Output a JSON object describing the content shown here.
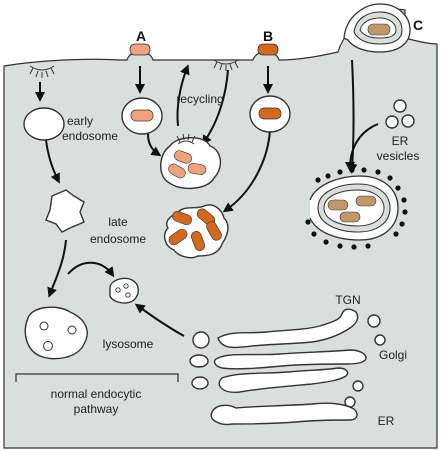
{
  "colors": {
    "cytoplasm": "#d8dfdc",
    "membrane": "#333333",
    "cargo_light": "#f0a27c",
    "cargo_dark": "#d2691e",
    "cargo_tan": "#c09868"
  },
  "labels": {
    "A": "A",
    "B": "B",
    "C": "C",
    "recycling": "recycling",
    "early_endosome_line1": "early",
    "early_endosome_line2": "endosome",
    "late_endosome_line1": "late",
    "late_endosome_line2": "endosome",
    "lysosome": "lysosome",
    "er_vesicles_line1": "ER",
    "er_vesicles_line2": "vesicles",
    "tgn": "TGN",
    "golgi": "Golgi",
    "er": "ER",
    "pathway_line1": "normal endocytic",
    "pathway_line2": "pathway"
  },
  "icons": [
    "arrow-icon",
    "clathrin-coat-icon",
    "ribosome-dot-icon"
  ]
}
